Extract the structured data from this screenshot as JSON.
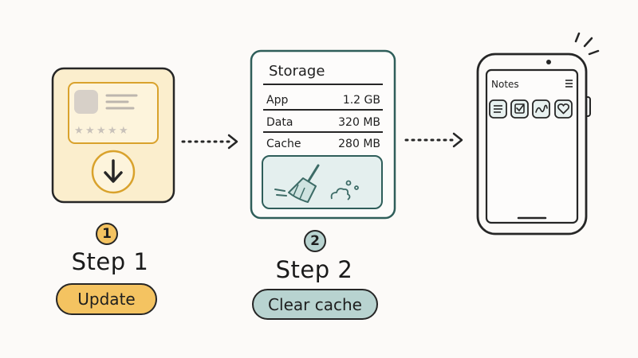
{
  "steps": [
    {
      "number": "1",
      "label": "Step 1",
      "action": "Update",
      "color": "#f4c361"
    },
    {
      "number": "2",
      "label": "Step 2",
      "action": "Clear cache",
      "color": "#b8d3d0"
    }
  ],
  "storage": {
    "title": "Storage",
    "rows": [
      {
        "label": "App",
        "value": "1.2 GB"
      },
      {
        "label": "Data",
        "value": "320 MB"
      },
      {
        "label": "Cache",
        "value": "280 MB"
      }
    ]
  },
  "phone": {
    "app_title": "Notes",
    "icons": [
      "list-icon",
      "checkbox-icon",
      "scribble-icon",
      "heart-icon"
    ]
  },
  "colors": {
    "update_card_fill": "#fbeecd",
    "update_accent": "#d9a22c",
    "storage_border": "#2f5e5a",
    "phone_accent": "#3c6b66"
  }
}
